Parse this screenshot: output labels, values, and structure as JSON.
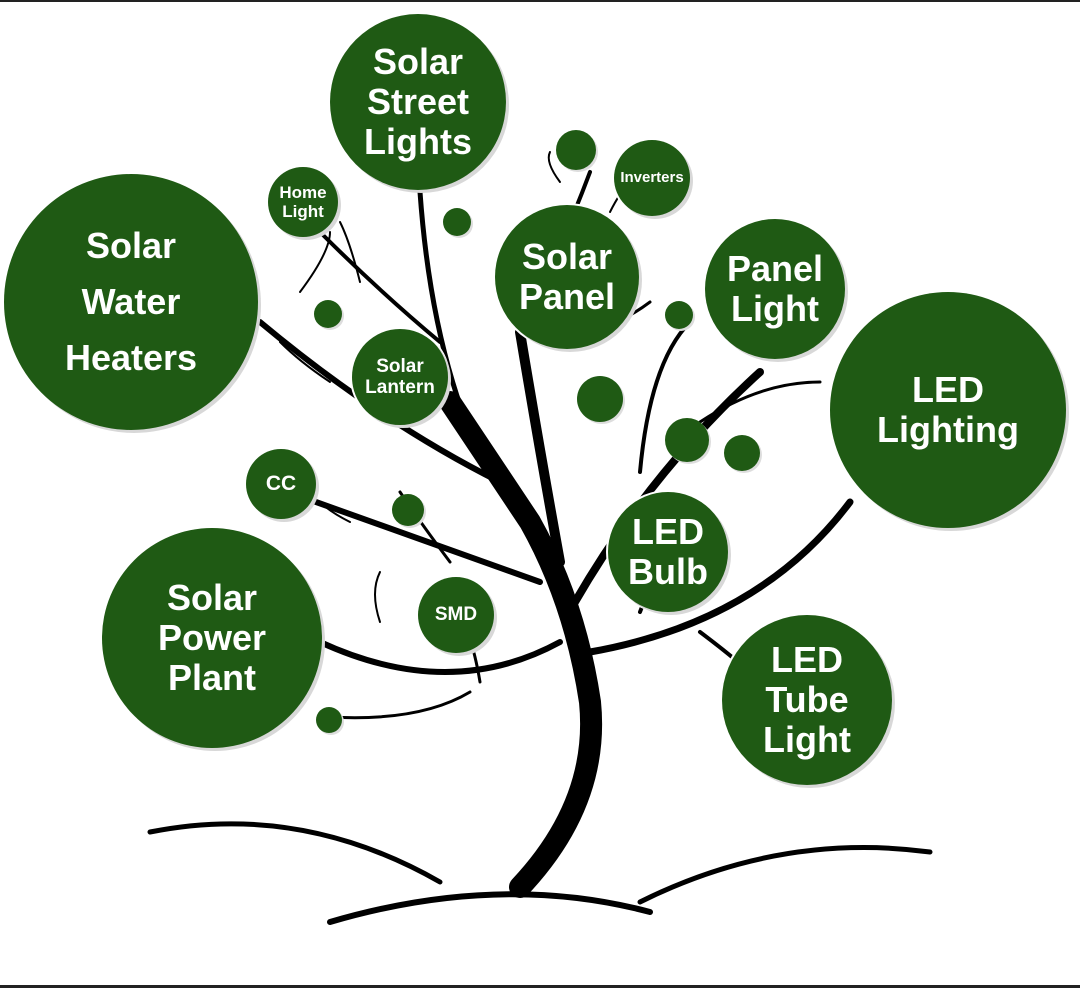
{
  "colors": {
    "node": "#1f5a14",
    "text": "#ffffff",
    "tree": "#000000"
  },
  "nodes": {
    "solar_street_lights": "Solar\nStreet\nLights",
    "home_light": "Home\nLight",
    "solar_water_heaters": "Solar\nWater\nHeaters",
    "inverters": "Inverters",
    "solar_panel": "Solar\nPanel",
    "panel_light": "Panel\nLight",
    "led_lighting": "LED\nLighting",
    "solar_lantern": "Solar\nLantern",
    "cc": "CC",
    "led_bulb": "LED\nBulb",
    "solar_power_plant": "Solar\nPower\nPlant",
    "smd": "SMD",
    "led_tube_light": "LED\nTube\nLight"
  }
}
